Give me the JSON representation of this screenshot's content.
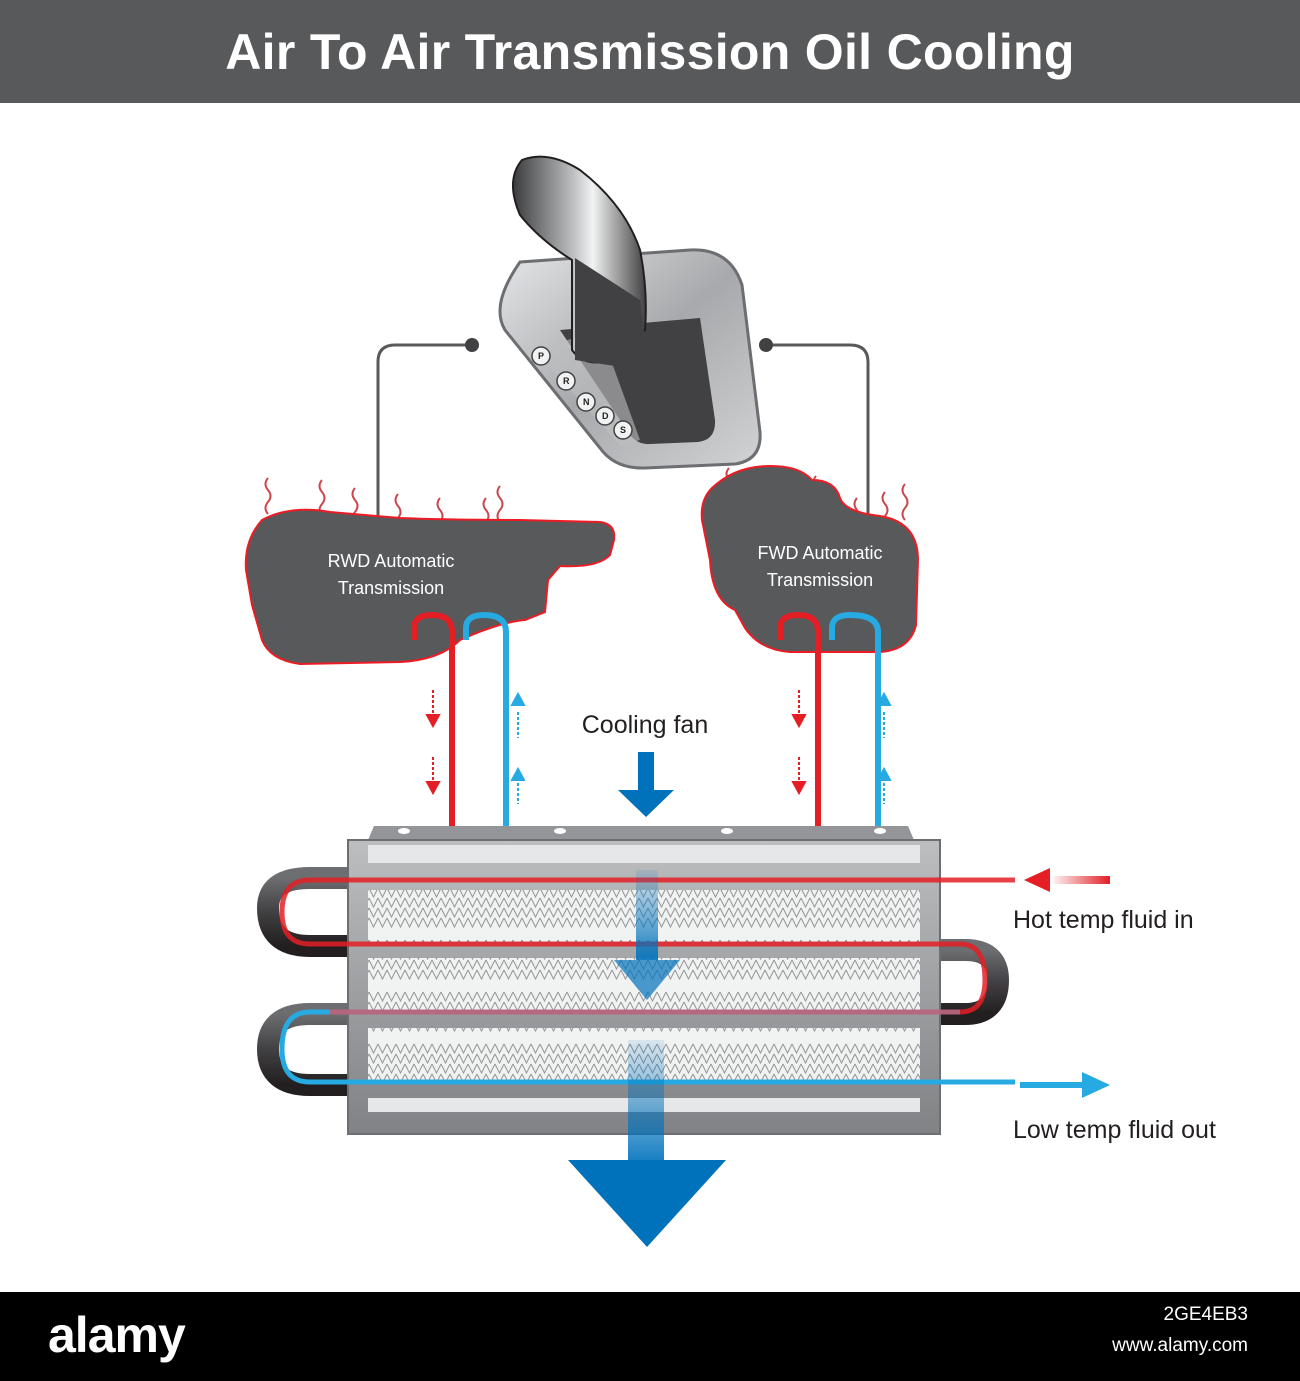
{
  "title": "Air To Air Transmission Oil Cooling",
  "labels": {
    "rwd_line1": "RWD Automatic",
    "rwd_line2": "Transmission",
    "fwd_line1": "FWD Automatic",
    "fwd_line2": "Transmission",
    "cooling_fan": "Cooling fan",
    "hot_in": "Hot temp fluid in",
    "low_out": "Low temp fluid out"
  },
  "shifter": {
    "gears": [
      "P",
      "R",
      "N",
      "D",
      "S"
    ]
  },
  "footer": {
    "logo": "alamy",
    "image_id": "2GE4EB3",
    "site": "www.alamy.com"
  },
  "colors": {
    "title_bar": "#58595b",
    "hot_line": "#e31e24",
    "cold_line": "#27aae1",
    "air_flow": "#0072bc",
    "transmission_body": "#58595b",
    "transmission_outline": "#ed1c24",
    "cooler_frame": "#a7a9ac"
  },
  "icons": [
    "gear-shifter-icon",
    "heat-wave-icon",
    "flow-arrow-icon",
    "cooling-fan-arrow-icon"
  ]
}
